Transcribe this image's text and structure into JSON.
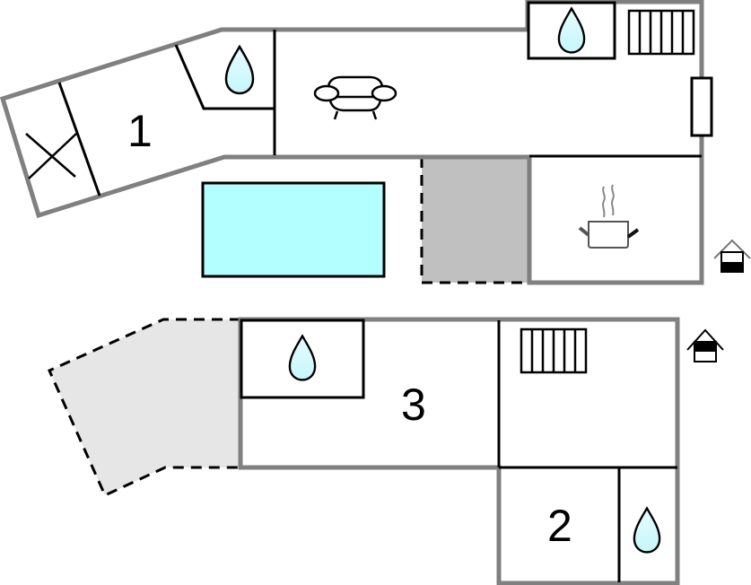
{
  "plan": {
    "title": "Floor plan",
    "colors": {
      "exterior_wall": "#808080",
      "interior_wall": "#000000",
      "pool": "#b3ffff",
      "water_drop": "#ccf9fc",
      "covered_terrace": "#c0c0c0",
      "open_terrace": "#e6e6e6"
    },
    "upper_floor": {
      "rooms": [
        {
          "label": "1",
          "type": "bedroom"
        }
      ],
      "features": [
        "bed-icon",
        "bathroom-drop-icon",
        "sofa-icon",
        "shower-drop-icon",
        "radiator-icon",
        "window-icon",
        "kitchen-pot-icon",
        "pool",
        "covered-terrace"
      ],
      "level_icon": "floor-level-upper-icon"
    },
    "lower_floor": {
      "rooms": [
        {
          "label": "3",
          "type": "bedroom"
        },
        {
          "label": "2",
          "type": "bedroom"
        }
      ],
      "features": [
        "bathroom-drop-icon",
        "radiator-icon",
        "shower-drop-icon",
        "open-terrace"
      ],
      "level_icon": "floor-level-lower-icon"
    }
  }
}
